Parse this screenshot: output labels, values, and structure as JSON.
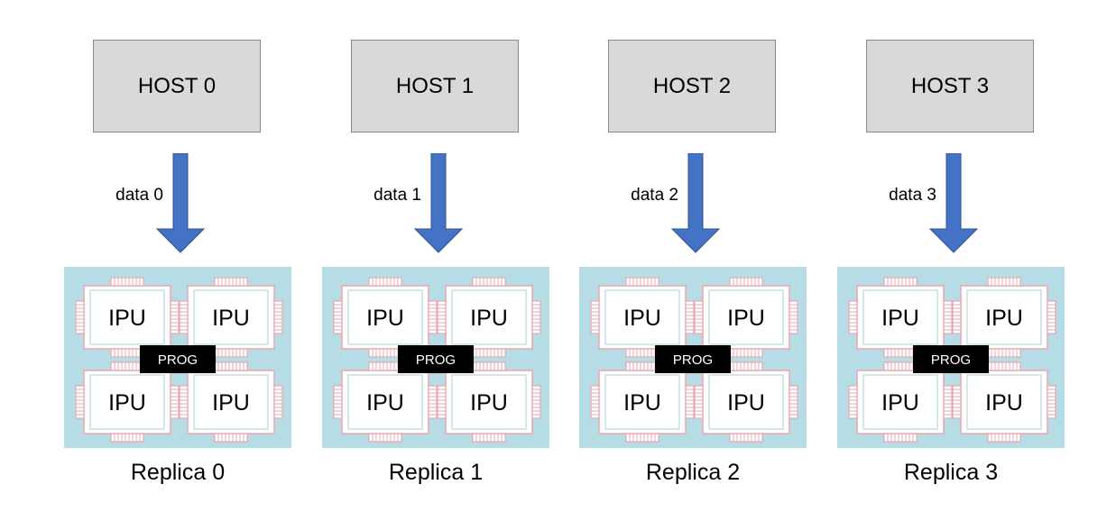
{
  "replicas": [
    {
      "host": "HOST 0",
      "data": "data 0",
      "label": "Replica 0"
    },
    {
      "host": "HOST 1",
      "data": "data 1",
      "label": "Replica 1"
    },
    {
      "host": "HOST 2",
      "data": "data 2",
      "label": "Replica 2"
    },
    {
      "host": "HOST 3",
      "data": "data 3",
      "label": "Replica 3"
    }
  ],
  "ipu_label": "IPU",
  "prog_label": "PROG",
  "colors": {
    "host_fill": "#d9d9d9",
    "arrow": "#4472c4",
    "replica_bg": "#b6dde5",
    "chip_outline": "#e7a6b0",
    "chip_fill": "#ffffff",
    "prog_fill": "#000000"
  }
}
